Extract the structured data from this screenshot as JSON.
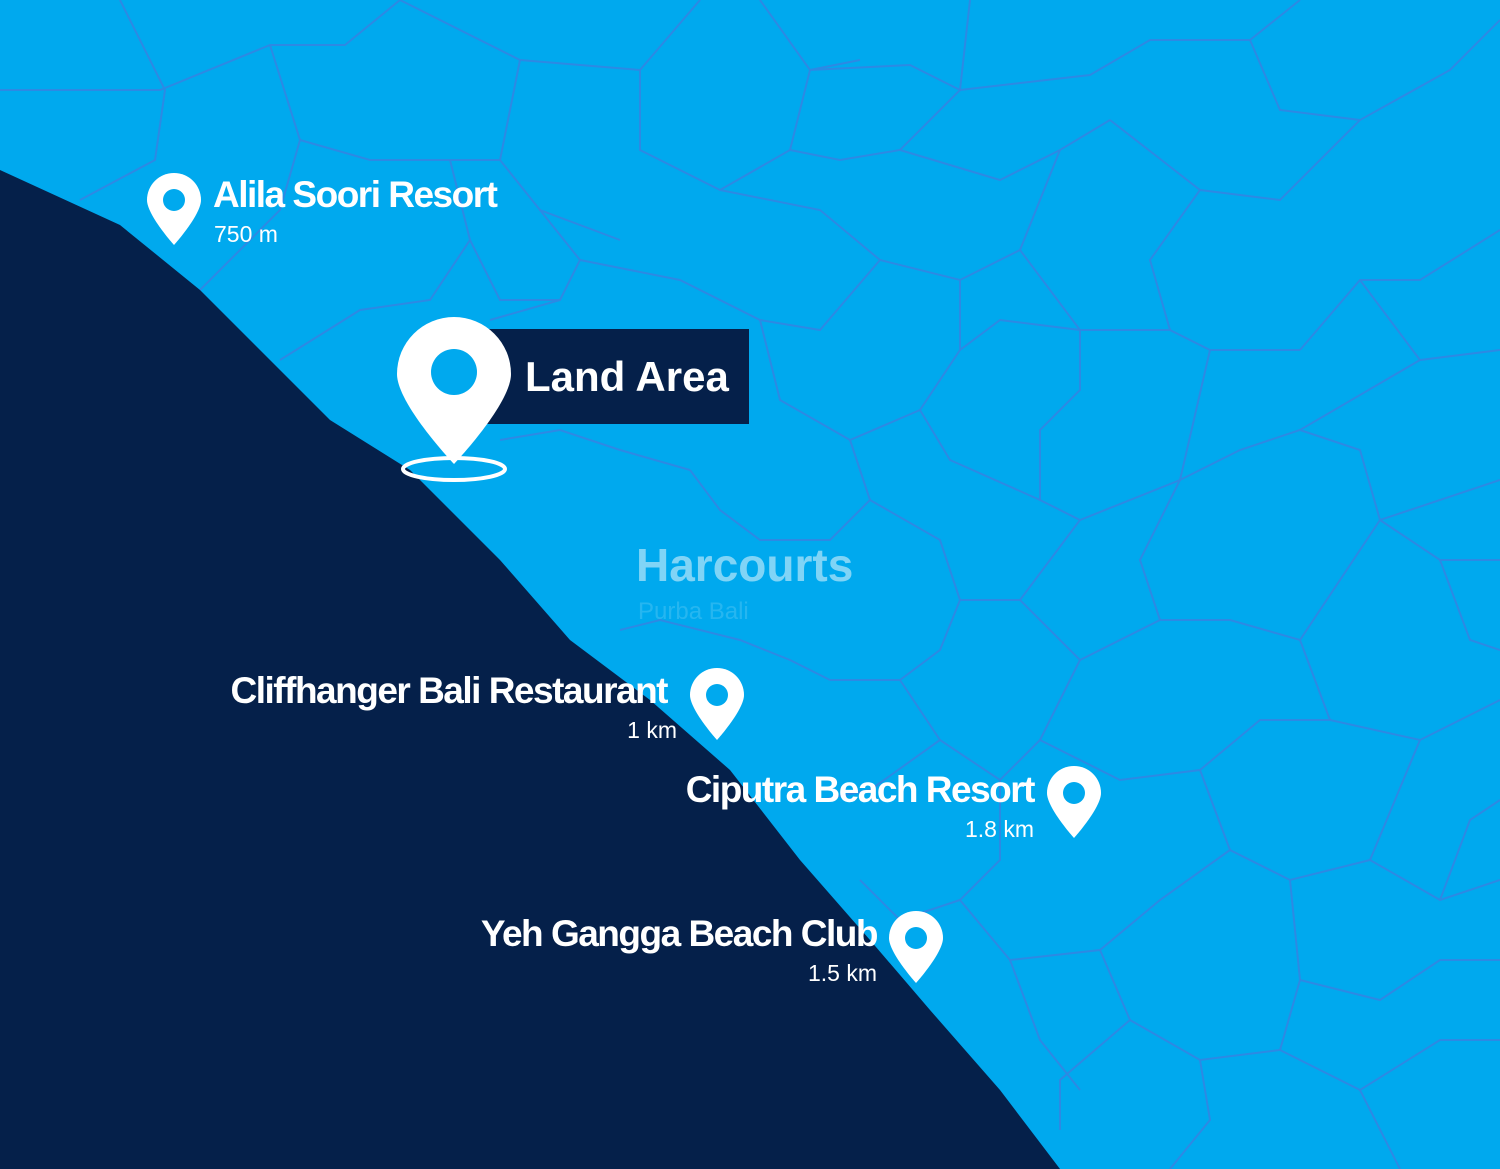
{
  "map": {
    "colors": {
      "sea": "#00a9ee",
      "land": "#05204a",
      "grid_lines": "#3d7fe0",
      "text": "#ffffff"
    },
    "main_marker": {
      "label": "Land Area",
      "icon": "map-pin-icon"
    },
    "watermark": {
      "brand": "Harcourts",
      "sub": "Purba Bali"
    },
    "places": [
      {
        "name": "Alila Soori Resort",
        "distance": "750 m",
        "icon": "map-pin-icon"
      },
      {
        "name": "Cliffhanger Bali Restaurant",
        "distance": "1 km",
        "icon": "map-pin-icon"
      },
      {
        "name": "Ciputra Beach Resort",
        "distance": "1.8 km",
        "icon": "map-pin-icon"
      },
      {
        "name": "Yeh Gangga Beach Club",
        "distance": "1.5 km",
        "icon": "map-pin-icon"
      }
    ]
  }
}
